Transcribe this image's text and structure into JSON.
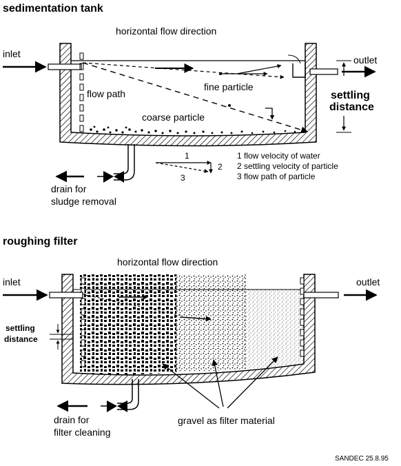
{
  "sedimentation": {
    "title": "sedimentation tank",
    "flow_direction": "horizontal flow direction",
    "inlet": "inlet",
    "outlet": "outlet",
    "flow_path": "flow path",
    "fine_particle": "fine particle",
    "coarse_particle": "coarse particle",
    "settling_distance_line1": "settling",
    "settling_distance_line2": "distance",
    "drain_line1": "drain for",
    "drain_line2": "sludge removal",
    "vector_labels": [
      "1",
      "2",
      "3"
    ],
    "legend": [
      "1 flow velocity of water",
      "2 settling velocity of  particle",
      "3 flow path of particle"
    ]
  },
  "roughing": {
    "title": "roughing filter",
    "flow_direction": "horizontal flow direction",
    "inlet": "inlet",
    "outlet": "outlet",
    "settling_distance_line1": "settling",
    "settling_distance_line2": "distance",
    "drain_line1": "drain for",
    "drain_line2": "filter cleaning",
    "gravel_label": "gravel as filter material"
  },
  "credit": "SANDEC 25.8.95"
}
